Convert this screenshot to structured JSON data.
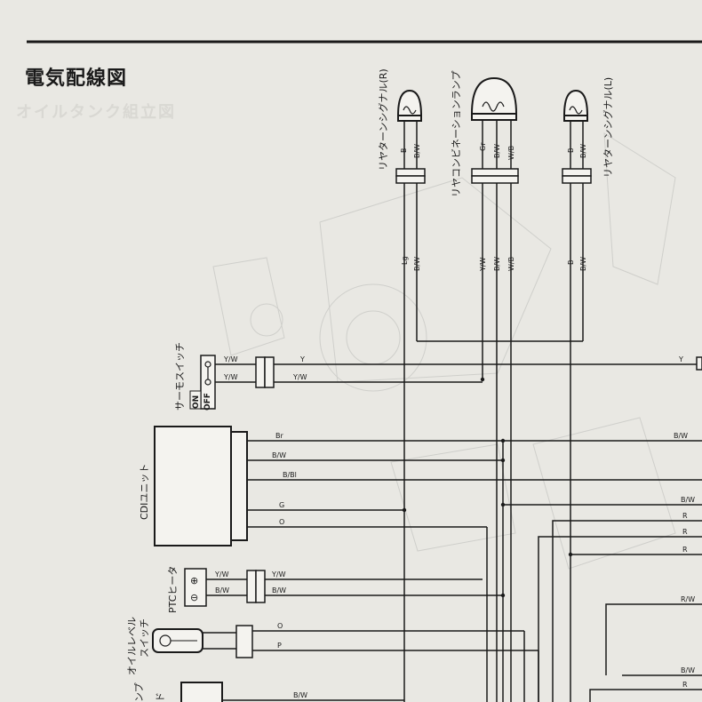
{
  "title": "電気配線図",
  "ghost_title": "オイルタンク組立図",
  "lamps": {
    "rear_signal_r": {
      "label": "リヤターンシグナル(R)",
      "upper": [
        "B",
        "B/W"
      ],
      "lower": [
        "Lg",
        "B/W"
      ]
    },
    "rear_combination": {
      "label": "リヤコンビネーションランプ",
      "upper": [
        "Gr",
        "B/W",
        "W/B"
      ],
      "lower": [
        "Y/W",
        "B/W",
        "W/B"
      ]
    },
    "rear_signal_l": {
      "label": "リヤターンシグナル(L)",
      "upper": [
        "B",
        "B/W"
      ],
      "lower": [
        "B",
        "B/W"
      ]
    }
  },
  "thermo_switch": {
    "label": "サーモスイッチ",
    "on_label": "ON",
    "off_label": "OFF",
    "wires": [
      {
        "left": "Y/W",
        "right": "Y"
      },
      {
        "left": "Y/W",
        "right": "Y/W"
      }
    ],
    "far_right": "Y"
  },
  "cdi_unit": {
    "label": "CDIユニット",
    "wires": [
      "Br",
      "B/W",
      "B/Bl",
      "G",
      "O"
    ]
  },
  "ptc_heater": {
    "label": "PTCヒータ",
    "plus": "⊕",
    "minus": "⊖",
    "wires": [
      {
        "left": "Y/W",
        "right": "Y/W"
      },
      {
        "left": "B/W",
        "right": "B/W"
      }
    ]
  },
  "oil_level_switch": {
    "label_1": "オイルレベル",
    "label_2": "スイッチ",
    "wires": [
      "O",
      "P"
    ]
  },
  "bottom_partial": {
    "label_1": "ンプ",
    "label_2": "ド",
    "wire": "B/W"
  },
  "right_edge_labels": [
    "B/W",
    "B/W",
    "R",
    "R",
    "R",
    "R/W",
    "B/W",
    "R"
  ]
}
